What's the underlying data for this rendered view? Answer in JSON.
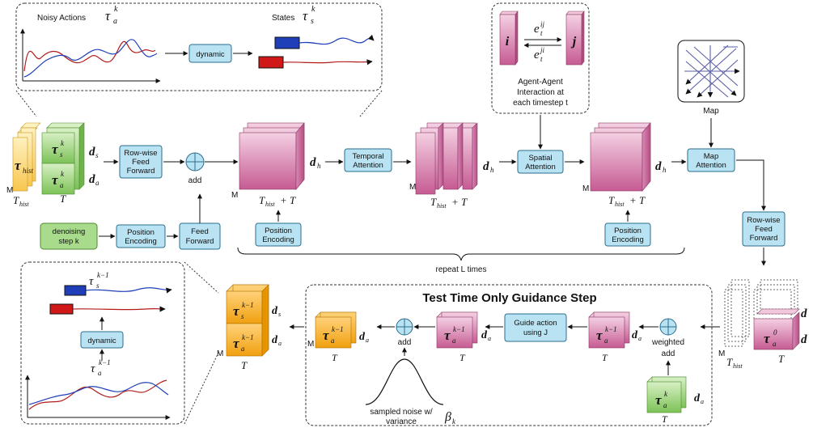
{
  "top_inset": {
    "noisy_actions_label": "Noisy Actions",
    "noisy_actions_symbol": "τ",
    "noisy_actions_sub": "a",
    "noisy_actions_sup": "k",
    "dynamic_label": "dynamic",
    "states_label": "States",
    "states_symbol": "τ",
    "states_sub": "s",
    "states_sup": "k"
  },
  "interaction_inset": {
    "agent_i": "i",
    "agent_j": "j",
    "edge_ij_sym": "e",
    "edge_ij_sub": "t",
    "edge_ij_sup": "ij",
    "edge_ji_sym": "e",
    "edge_ji_sub": "t",
    "edge_ji_sup": "ji",
    "caption_line1": "Agent-Agent",
    "caption_line2": "Interaction at",
    "caption_line3": "each timestep t"
  },
  "map_inset": {
    "label": "Map"
  },
  "input": {
    "hist_symbol": "τ",
    "hist_sub": "hist",
    "state_symbol": "τ",
    "state_sub": "s",
    "state_sup": "k",
    "action_symbol": "τ",
    "action_sub": "a",
    "action_sup": "k",
    "ds": "d",
    "ds_sub": "s",
    "da": "d",
    "da_sub": "a",
    "M": "M",
    "T_hist": "T",
    "T_hist_sub": "hist",
    "T": "T"
  },
  "boxes": {
    "row_ff_1": "Row-wise",
    "row_ff_2": "Feed",
    "row_ff_3": "Forward",
    "add": "add",
    "denoise_1": "denoising",
    "denoise_2": "step k",
    "pos_enc_1": "Position",
    "pos_enc_2": "Encoding",
    "ff_1": "Feed",
    "ff_2": "Forward",
    "temporal_1": "Temporal",
    "temporal_2": "Attention",
    "spatial_1": "Spatial",
    "spatial_2": "Attention",
    "map_att_1": "Map",
    "map_att_2": "Attention",
    "guide_1": "Guide action",
    "guide_2": "using J",
    "weighted_1": "weighted",
    "weighted_2": "add"
  },
  "labels": {
    "dh": "d",
    "dh_sub": "h",
    "M": "M",
    "thist_T": "+ T",
    "repeat": "repeat L times",
    "guidance_title": "Test Time Only Guidance Step",
    "noise_1": "sampled noise w/",
    "noise_2": "variance",
    "beta": "β",
    "beta_sub": "k",
    "sym_tau": "τ",
    "sup_km1": "k−1",
    "sup_0": "0",
    "sup_k": "k",
    "sub_a": "a",
    "sub_s": "s",
    "T": "T",
    "T_hist": "T",
    "T_hist_sub": "hist"
  },
  "bottom_inset": {
    "dynamic_label": "dynamic"
  },
  "colors": {
    "box_fill": "#b9e3f3",
    "box_stroke": "#2b6e8e",
    "pink": "#cf6a9d",
    "green": "#8cca6a",
    "orange": "#f5a623",
    "yellow": "#fbd36b",
    "curve_blue": "#1f3fb8",
    "curve_red": "#b31b1b"
  }
}
